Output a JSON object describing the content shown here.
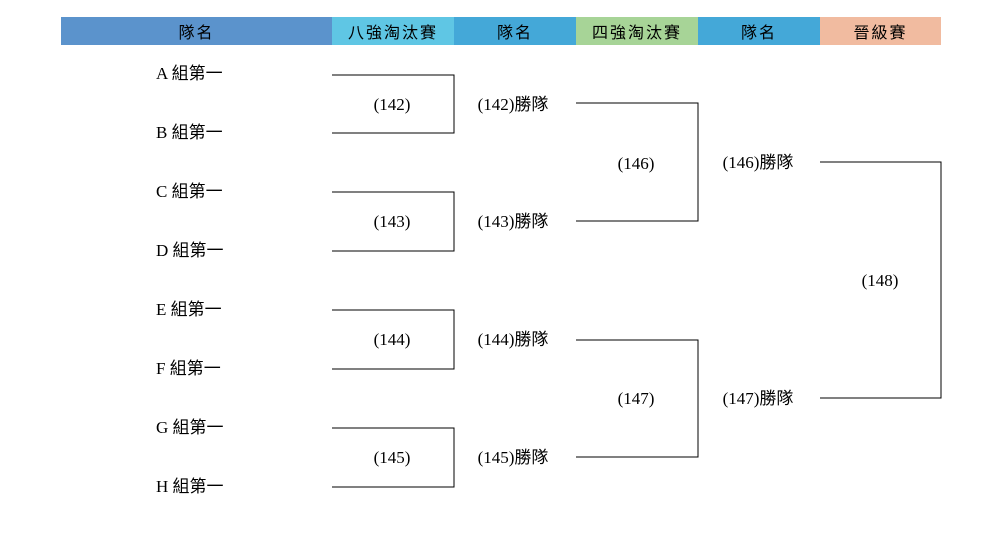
{
  "header": {
    "col1": "隊名",
    "col2": "八強淘汰賽",
    "col3": "隊名",
    "col4": "四強淘汰賽",
    "col5": "隊名",
    "col6": "晉級賽",
    "colors": {
      "col1": "#5b93cc",
      "col2": "#5fc6e4",
      "col3": "#44a8d8",
      "col4": "#a7d497",
      "col5": "#44a8d8",
      "col6": "#f1bba0"
    }
  },
  "teams": [
    "A 組第一",
    "B 組第一",
    "C 組第一",
    "D 組第一",
    "E 組第一",
    "F 組第一",
    "G 組第一",
    "H 組第一"
  ],
  "quarterfinals": {
    "matches": [
      "(142)",
      "(143)",
      "(144)",
      "(145)"
    ],
    "winners": [
      "(142)勝隊",
      "(143)勝隊",
      "(144)勝隊",
      "(145)勝隊"
    ]
  },
  "semifinals": {
    "matches": [
      "(146)",
      "(147)"
    ],
    "winners": [
      "(146)勝隊",
      "(147)勝隊"
    ]
  },
  "final": {
    "match": "(148)"
  }
}
